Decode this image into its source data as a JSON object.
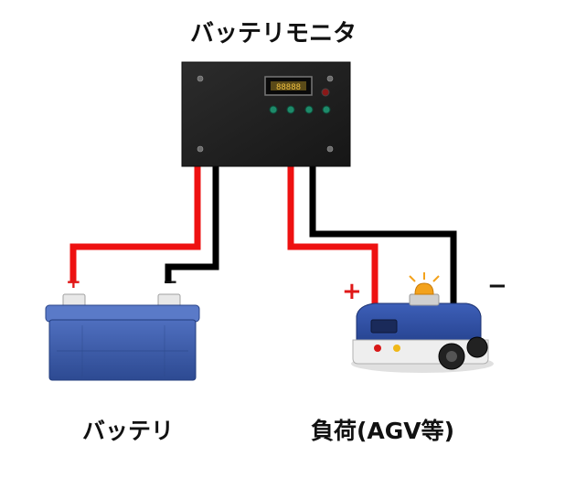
{
  "title": "バッテリモニタ",
  "monitor": {
    "display_text": "88888"
  },
  "battery": {
    "label": "バッテリ",
    "plus": "+",
    "minus": "−"
  },
  "load": {
    "label": "負荷(AGV等)",
    "plus": "+",
    "minus": "−"
  },
  "colors": {
    "positive_wire": "#ee1111",
    "negative_wire": "#000000",
    "monitor_body": "#1e1e1e",
    "battery_body": "#3a5aa8",
    "led": "#1e8a6a"
  }
}
